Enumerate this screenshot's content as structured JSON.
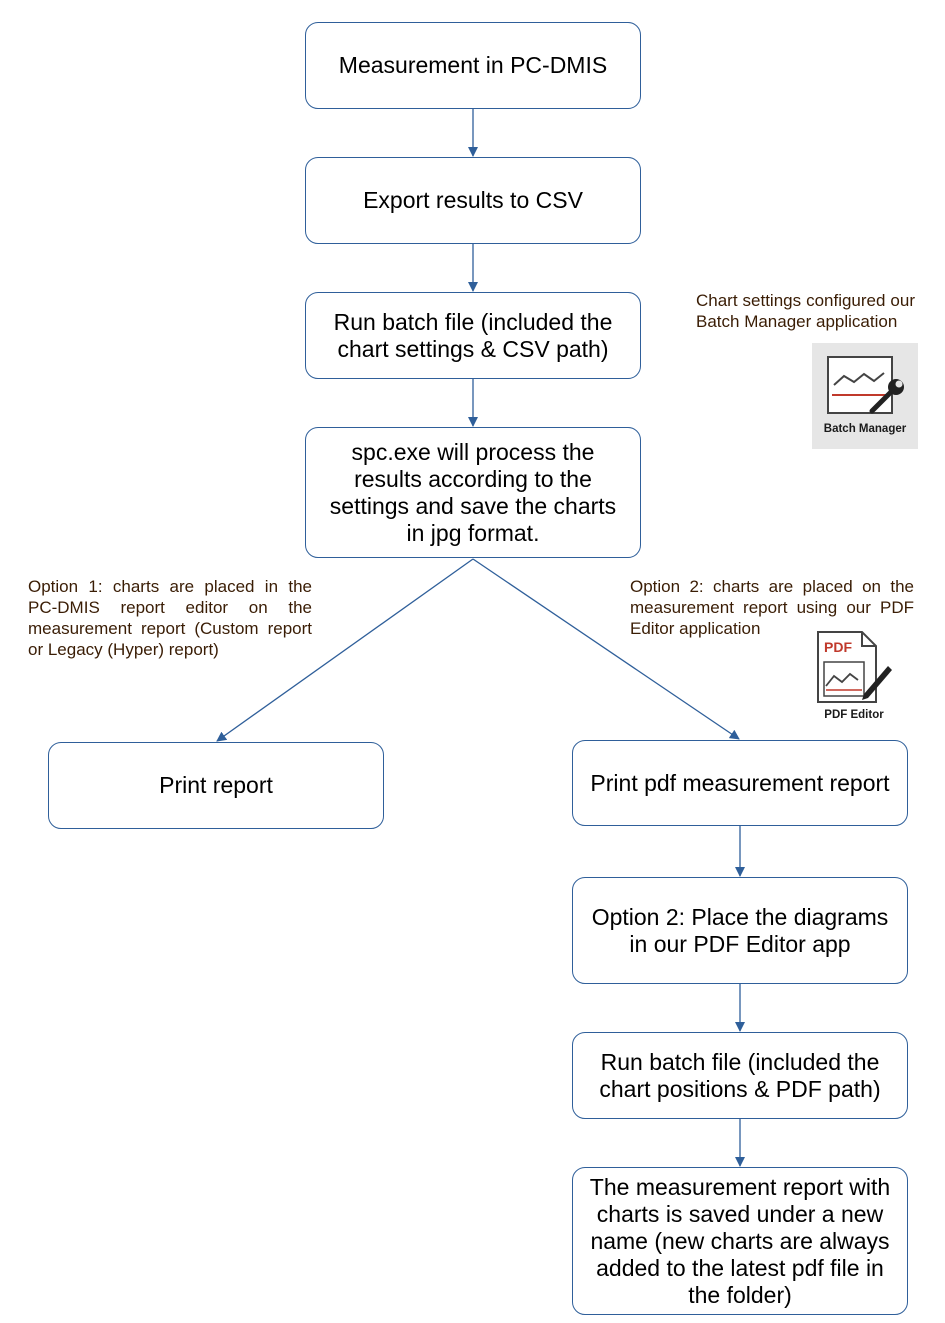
{
  "nodes": {
    "measurement": "Measurement in PC-DMIS",
    "export_csv": "Export results to CSV",
    "run_batch_1": "Run batch file (included the chart settings & CSV path)",
    "spc_process": "spc.exe will process the results according to the settings and save the charts in jpg format.",
    "print_report": "Print report",
    "print_pdf": "Print pdf measurement report",
    "place_diagrams": "Option 2: Place the diagrams in our PDF Editor app",
    "run_batch_2": "Run batch file (included the chart positions & PDF path)",
    "saved_report": "The measurement report with charts is saved under a new name (new charts are always added to the latest pdf file in the folder)"
  },
  "notes": {
    "batch_manager": "Chart settings configured our Batch Manager application",
    "option1": "Option 1: charts are placed in the PC-DMIS report editor on the measurement report (Custom report or Legacy (Hyper) report)",
    "option2": "Option 2: charts are placed on the measurement report using our PDF Editor application"
  },
  "icons": {
    "batch_manager": {
      "name": "batch-manager-icon",
      "caption": "Batch Manager"
    },
    "pdf_editor": {
      "name": "pdf-editor-icon",
      "caption": "PDF Editor",
      "badge": "PDF"
    }
  },
  "colors": {
    "border": "#2f5f9a",
    "connector": "#2f5f9a",
    "note_text": "#3a1d05",
    "pdf_red": "#c0392b"
  }
}
